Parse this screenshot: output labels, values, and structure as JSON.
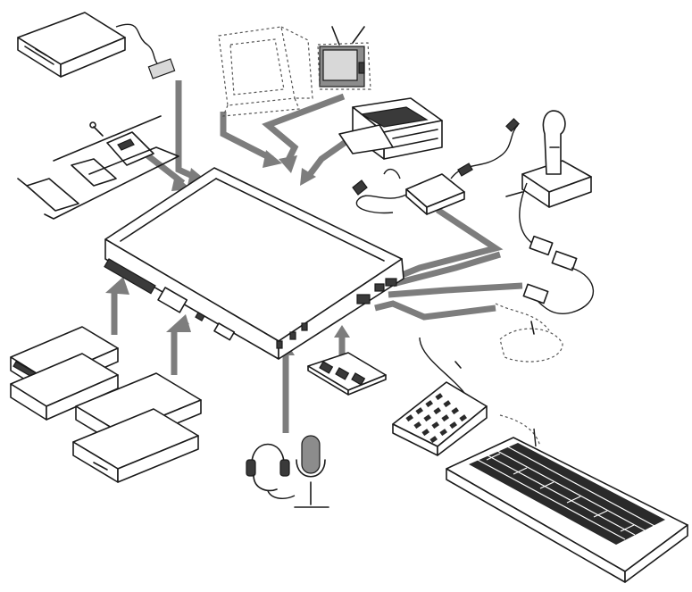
{
  "diagram": {
    "devices": [
      {
        "id": "diskette-drive",
        "icon": "diskette-drive-icon"
      },
      {
        "id": "crt-monitor",
        "icon": "monitor-icon"
      },
      {
        "id": "television",
        "icon": "tv-icon"
      },
      {
        "id": "printer",
        "icon": "printer-icon"
      },
      {
        "id": "joystick",
        "icon": "joystick-icon"
      },
      {
        "id": "ac-adapter",
        "icon": "power-adapter-icon"
      },
      {
        "id": "pc-cards",
        "icon": "pc-card-icon"
      },
      {
        "id": "notebook-computer",
        "icon": "laptop-icon"
      },
      {
        "id": "external-drive-1",
        "icon": "external-drive-icon"
      },
      {
        "id": "external-drive-2",
        "icon": "external-drive-icon"
      },
      {
        "id": "headset",
        "icon": "headset-icon"
      },
      {
        "id": "microphone",
        "icon": "microphone-icon"
      },
      {
        "id": "memory-module",
        "icon": "memory-module-icon"
      },
      {
        "id": "numeric-keypad",
        "icon": "keypad-icon"
      },
      {
        "id": "mouse",
        "icon": "mouse-icon"
      },
      {
        "id": "keyboard",
        "icon": "keyboard-icon"
      }
    ],
    "colors": {
      "line": "#1a1a1a",
      "arrow": "#7d7d7d",
      "background": "#ffffff"
    }
  }
}
